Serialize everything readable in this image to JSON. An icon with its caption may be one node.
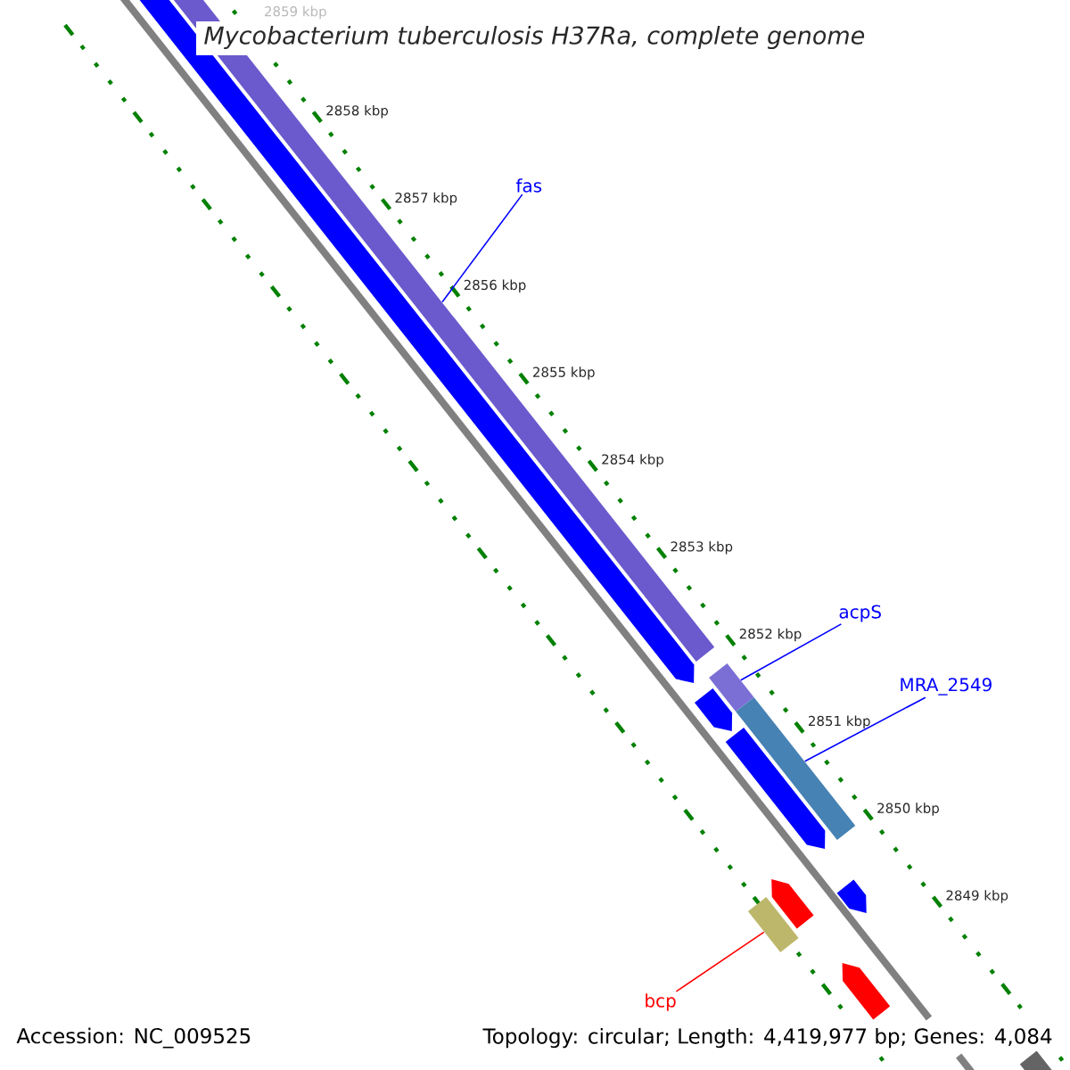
{
  "diagram": {
    "title": "Mycobacterium tuberculosis H37Ra, complete genome",
    "nodes": [
      {
        "text": [
          "fas"
        ]
      },
      {
        "text": [],
        "shape": "bar"
      },
      {
        "text": [
          "acpS"
        ]
      },
      {
        "text": [],
        "shape": "bar"
      },
      {
        "text": [
          "MRA_2549"
        ]
      },
      {
        "text": [],
        "shape": "bar"
      },
      {
        "text": [
          "bcp"
        ]
      },
      {
        "text": [],
        "shape": "bar"
      }
    ],
    "edges": [
      {
        "from": 0,
        "to": 1,
        "arrow": "none"
      },
      {
        "from": 2,
        "to": 3,
        "arrow": "none"
      },
      {
        "from": 4,
        "to": 5,
        "arrow": "none"
      },
      {
        "from": 6,
        "to": 7,
        "arrow": "none",
        "color": "#ff0000"
      }
    ],
    "labels": [
      "2859 kbp",
      "2858 kbp",
      "2857 kbp",
      "2856 kbp",
      "2855 kbp",
      "2854 kbp",
      "2853 kbp",
      "2852 kbp",
      "2851 kbp",
      "2850 kbp",
      "2849 kbp",
      "Accession: NC_009525",
      "Topology: circular; Length: 4,419,977 bp; Genes: 4,084"
    ]
  }
}
